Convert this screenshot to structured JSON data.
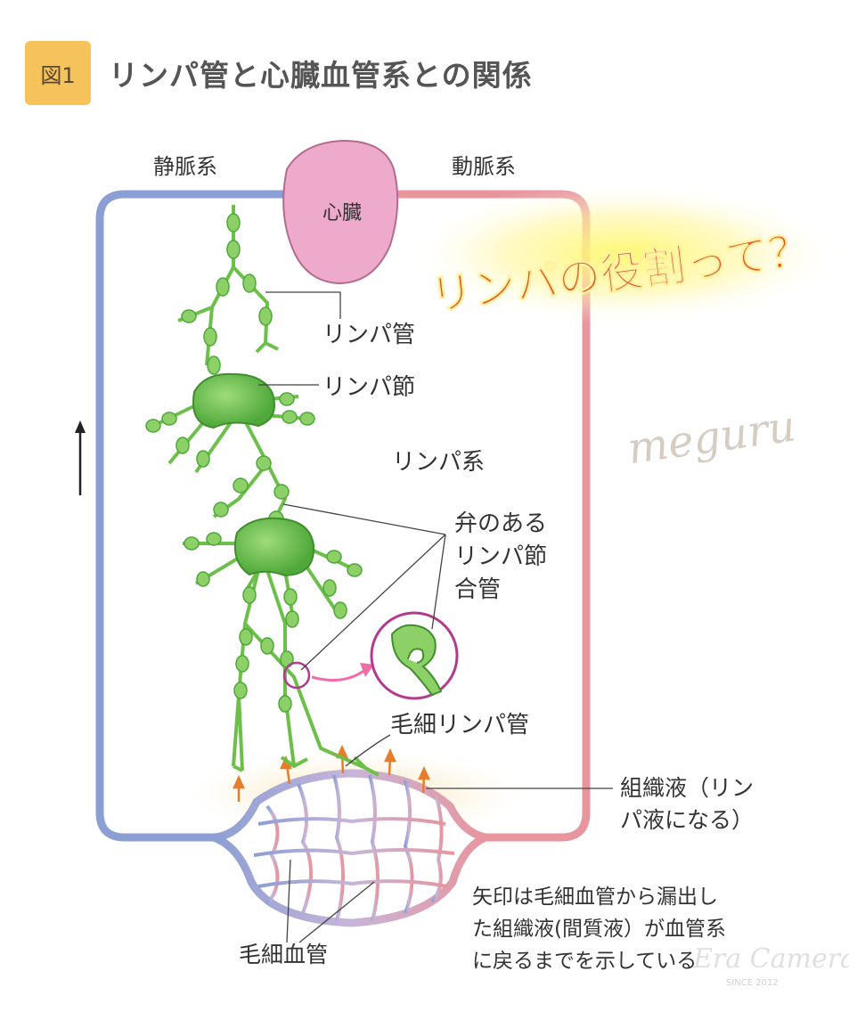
{
  "figure": {
    "badge": "図1",
    "title": "リンパ管と心臓血管系との関係"
  },
  "labels": {
    "venous": "静脈系",
    "arterial": "動脈系",
    "heart": "心臓",
    "lymph_vessel": "リンパ管",
    "lymph_node": "リンパ節",
    "lymph_system": "リンパ系",
    "valve_line1": "弁のある",
    "valve_line2": "リンパ節",
    "valve_line3": "合管",
    "capillary_lymph": "毛細リンパ管",
    "tissue_fluid_line1": "組織液（リン",
    "tissue_fluid_line2": "パ液になる）",
    "capillary_blood": "毛細血管",
    "note_line1": "矢印は毛細血管から漏出し",
    "note_line2": "た組織液(間質液）が血管系",
    "note_line3": "に戻るまでを示している"
  },
  "overlay": {
    "promo": "リンパの役割って？",
    "watermark1": "meguru",
    "watermark2": "Era Camera",
    "watermark2_sub": "SINCE 2012"
  },
  "colors": {
    "vein": "#8b9fd4",
    "artery": "#e8959e",
    "heart": "#eeaacb",
    "lymph": "#6cc04a",
    "badge": "#f6c25c",
    "promo_text": "#e0572d"
  }
}
